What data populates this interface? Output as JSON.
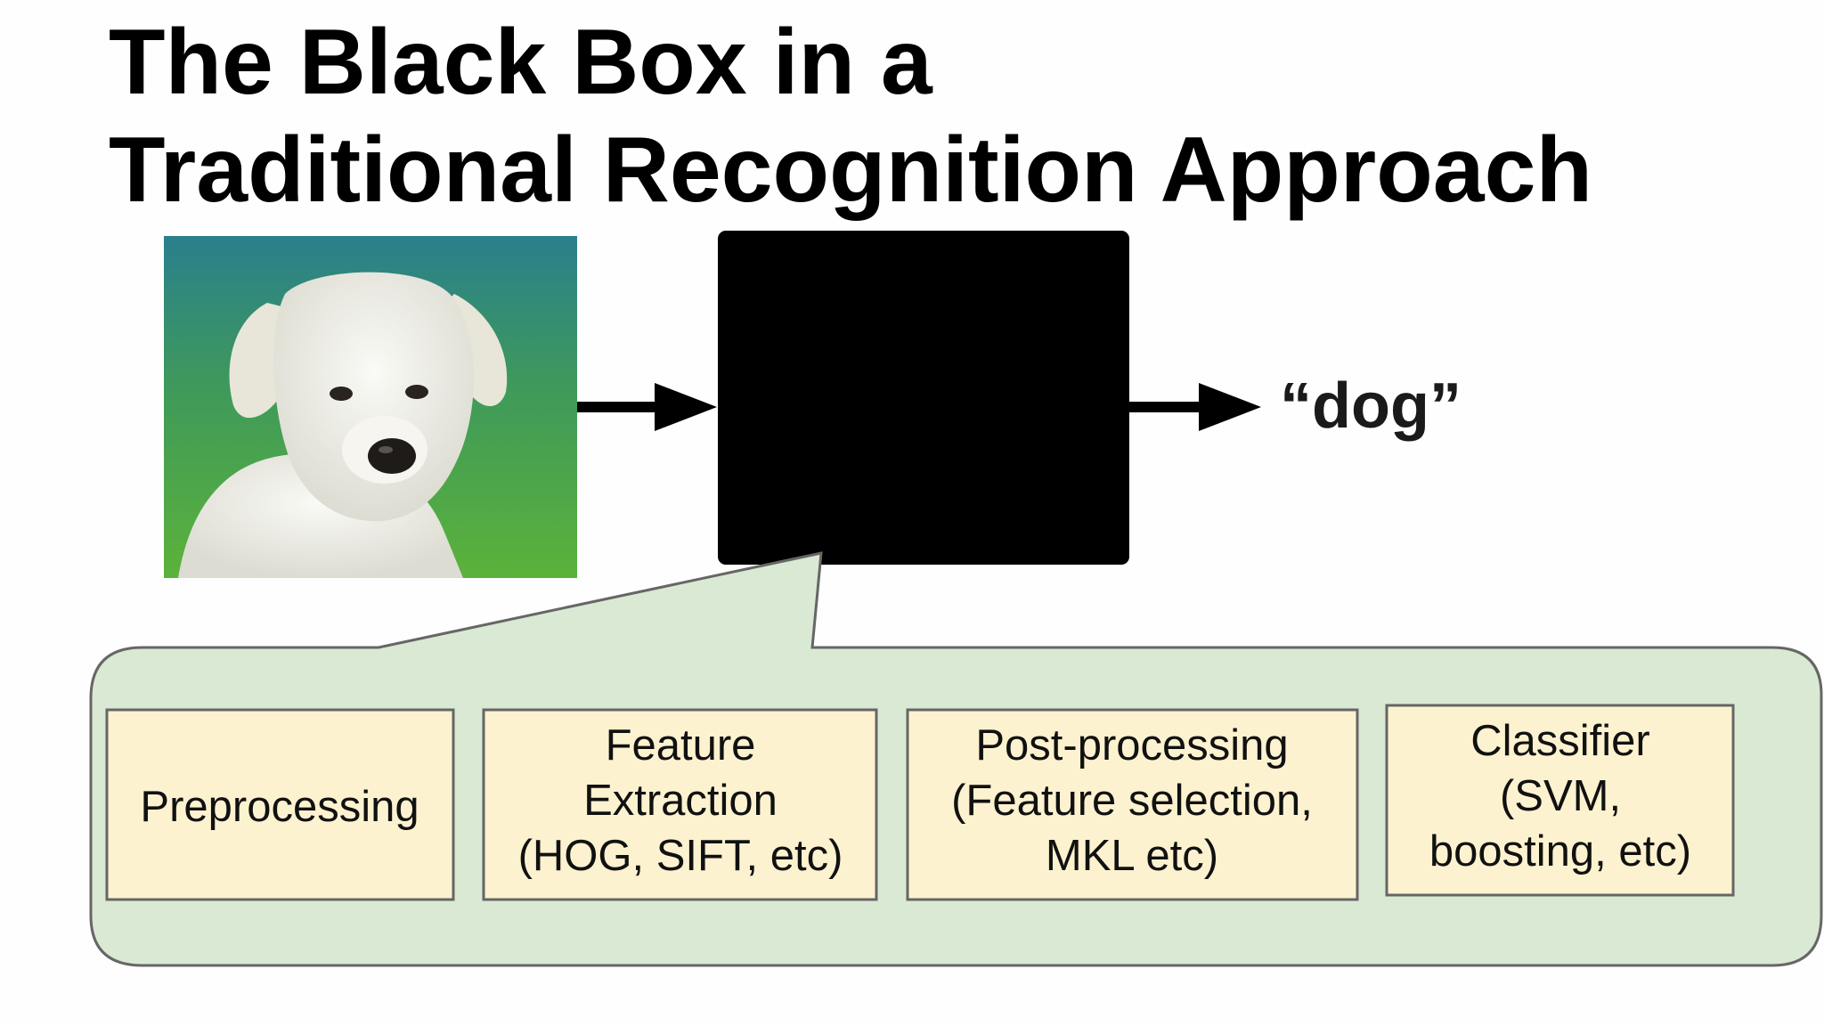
{
  "slide": {
    "title_lines": [
      "The Black Box in a",
      "Traditional Recognition Approach"
    ]
  },
  "input_image": {
    "subject": "white puppy on green background",
    "icon": "dog-photo"
  },
  "output_label": "“dog”",
  "callout_stages": [
    {
      "lines": [
        "Preprocessing"
      ]
    },
    {
      "lines": [
        "Feature",
        "Extraction",
        "(HOG, SIFT, etc)"
      ]
    },
    {
      "lines": [
        "Post-processing",
        "(Feature selection,",
        "MKL etc)"
      ]
    },
    {
      "lines": [
        "Classifier",
        "(SVM,",
        "boosting, etc)"
      ]
    }
  ],
  "colors": {
    "title": "#000000",
    "black_box": "#000000",
    "callout_fill": "#d9e9d3",
    "callout_stroke": "#666666",
    "stage_fill": "#fdf2cf",
    "stage_stroke": "#666666",
    "arrow": "#000000",
    "photo_background_top": "#2a7f8c",
    "photo_background_bottom": "#4ea834",
    "puppy_fur": "#f1f1ec"
  }
}
